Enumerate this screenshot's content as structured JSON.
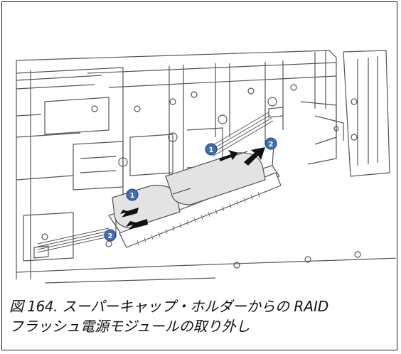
{
  "figure": {
    "caption_number": "図 164.",
    "caption_line1": "スーパーキャップ・ホルダーからの RAID",
    "caption_line2": "フラッシュ電源モジュールの取り外し"
  },
  "callouts": {
    "step1": "1",
    "step2": "2"
  },
  "colors": {
    "callout_fill": "#3d6fb6",
    "arrow": "#111111",
    "module_fill": "#e3e3e3",
    "line": "#444444"
  }
}
